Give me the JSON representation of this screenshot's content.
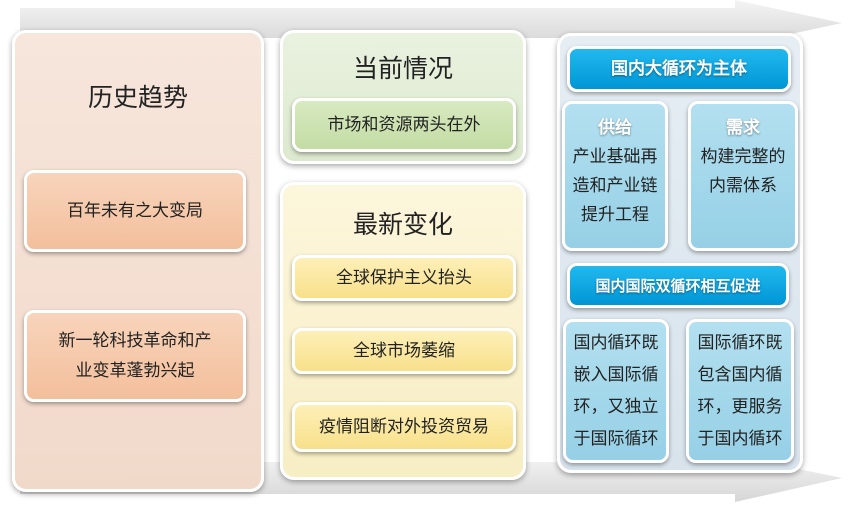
{
  "left": {
    "title": "历史趋势",
    "items": [
      "百年未有之大变局",
      "新一轮科技革命和产业变革蓬勃兴起"
    ]
  },
  "middle": {
    "current": {
      "title": "当前情况",
      "item": "市场和资源两头在外"
    },
    "latest": {
      "title": "最新变化",
      "items": [
        "全球保护主义抬头",
        "全球市场萎缩",
        "疫情阻断对外投资贸易"
      ]
    }
  },
  "right": {
    "header1": "国内大循环为主体",
    "supply": {
      "title": "供给",
      "text": "产业基础再造和产业链提升工程"
    },
    "demand": {
      "title": "需求",
      "text": "构建完整的内需体系"
    },
    "header2": "国内国际双循环相互促进",
    "box_left": "国内循环既嵌入国际循环，又独立于国际循环",
    "box_right": "国际循环既包含国内循环，更服务于国内循环"
  },
  "colors": {
    "left_panel": "#f4dfd2",
    "left_box": "#f6c9aa",
    "green_panel": "#e4efd8",
    "green_box": "#cde2b2",
    "yellow_panel": "#fbf3d2",
    "yellow_box": "#fbe9a2",
    "blue_header": "#0aa5e0",
    "blue_box": "#9fd5ea"
  }
}
